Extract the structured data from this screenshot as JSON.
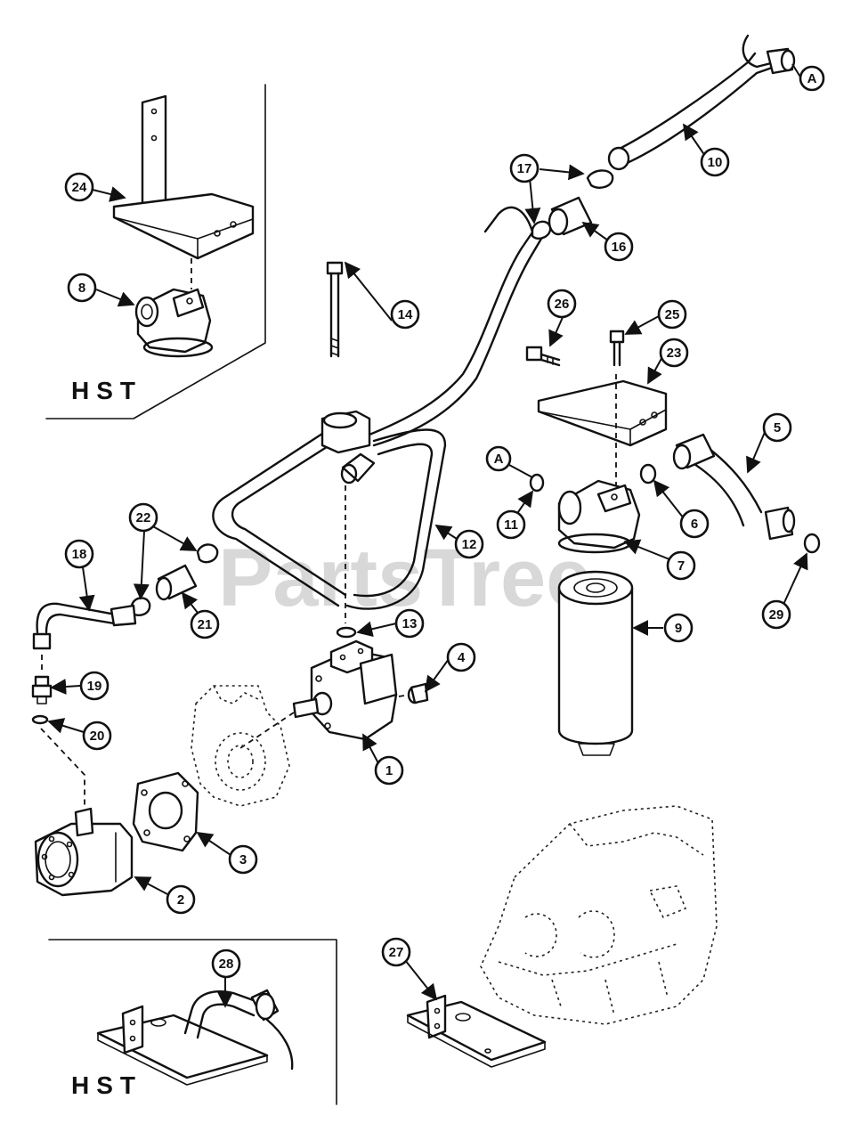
{
  "section_labels": {
    "hst_top": "HST",
    "hst_bottom": "HST"
  },
  "watermark": "PartsTree",
  "callouts": {
    "c1": "1",
    "c2": "2",
    "c3": "3",
    "c4": "4",
    "c5": "5",
    "c6": "6",
    "c7": "7",
    "c8": "8",
    "c9": "9",
    "c10": "10",
    "c11": "11",
    "c12": "12",
    "c13": "13",
    "c14": "14",
    "c16": "16",
    "c17": "17",
    "c18": "18",
    "c19": "19",
    "c20": "20",
    "c21": "21",
    "c22": "22",
    "c23": "23",
    "c24": "24",
    "c25": "25",
    "c26": "26",
    "c27": "27",
    "c28": "28",
    "c29": "29",
    "cA1": "A",
    "cA2": "A"
  }
}
